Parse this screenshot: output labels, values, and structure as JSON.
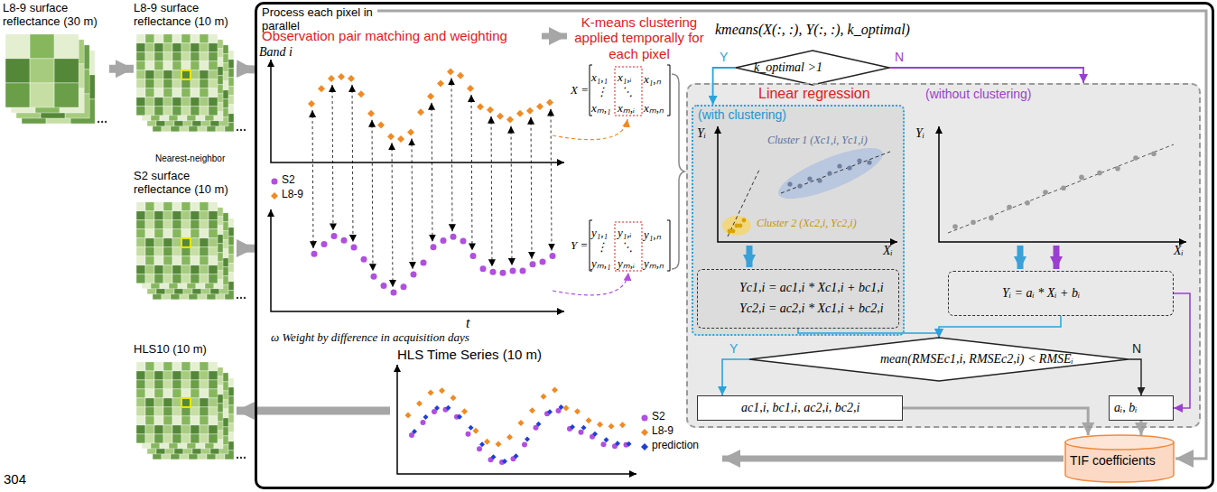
{
  "diagram": {
    "nodes": [
      {
        "text": [
          "L8-9 surface reflectance (30 m)"
        ]
      },
      {
        "text": [
          "L8-9 surface reflectance (10 m)"
        ]
      },
      {
        "text": [
          "S2 surface reflectance (10 m)"
        ]
      },
      {
        "text": [
          "HLS10 (10 m)"
        ]
      },
      {
        "text": [
          "Process each pixel in parallel"
        ]
      },
      {
        "text": [
          "k_optimal >1"
        ],
        "in": 4
      },
      {
        "text": [
          "Linear regression"
        ],
        "in": 4
      },
      {
        "text": [
          "(with clustering)"
        ],
        "in": 6
      },
      {
        "text": [
          "Yc1,i = ac1,i * Xc1,i + bc1,i",
          "Yc2,i = ac2,i * Xc1,i + bc2,i"
        ],
        "in": 7
      },
      {
        "text": [
          "Yᵢ = aᵢ * Xᵢ + bᵢ"
        ],
        "in": 6
      },
      {
        "text": [
          "mean(RMSEc1,i, RMSEc2,i) < RMSEᵢ"
        ],
        "in": 6
      },
      {
        "text": [
          "ac1,i, bc1,i, ac2,i, bc2,i"
        ],
        "in": 6
      },
      {
        "text": [
          "aᵢ, bᵢ"
        ],
        "in": 6
      },
      {
        "text": [
          "TIF coefficients"
        ],
        "in": 4
      }
    ],
    "edges": [
      {
        "from": 0,
        "to": 1,
        "arrow": "to"
      },
      {
        "from": 1,
        "to": 4,
        "arrow": "to"
      },
      {
        "from": 2,
        "to": 4,
        "arrow": "to"
      },
      {
        "from": 4,
        "to": 3,
        "arrow": "to"
      },
      {
        "from": 5,
        "to": 7,
        "label": "Y",
        "arrow": "to"
      },
      {
        "from": 5,
        "to": 6,
        "label": "N",
        "arrow": "to"
      },
      {
        "from": 8,
        "to": 10,
        "arrow": "to"
      },
      {
        "from": 9,
        "to": 10,
        "arrow": "to"
      },
      {
        "from": 10,
        "to": 11,
        "label": "Y",
        "arrow": "to"
      },
      {
        "from": 10,
        "to": 12,
        "label": "N",
        "arrow": "to"
      },
      {
        "from": 9,
        "to": 12,
        "arrow": "to"
      },
      {
        "from": 11,
        "to": 13,
        "arrow": "to"
      },
      {
        "from": 12,
        "to": 13,
        "arrow": "to"
      }
    ],
    "labels": [
      "Nearest-neighbor",
      "304",
      "Observation pair matching and weighting",
      "Band i",
      "t",
      "S2",
      "L8-9",
      "X =",
      "x₁,₁",
      "x₁,ᵢ",
      "x₁,ₙ",
      "⋮",
      "⋱",
      "xₘ,₁",
      "xₘ,ᵢ",
      "xₘ,ₙ",
      "Y =",
      "y₁,₁",
      "y₁,ᵢ",
      "y₁,ₙ",
      "⋮",
      "⋱",
      "yₘ,₁",
      "yₘ,ᵢ",
      "yₘ,ₙ",
      "ω Weight by difference in acquisition days",
      "K-means clustering applied temporally for each pixel",
      "kmeans(X(:, :), Y(:, :), k_optimal)",
      "(without clustering)",
      "Yᵢ",
      "Xᵢ",
      "Cluster 1 (Xc1,i, Yc1,i)",
      "Cluster 2 (Xc2,i, Yc2,i)",
      "Yᵢ",
      "Xᵢ",
      "HLS Time Series (10 m)",
      "S2",
      "L8-9",
      "prediction"
    ]
  }
}
